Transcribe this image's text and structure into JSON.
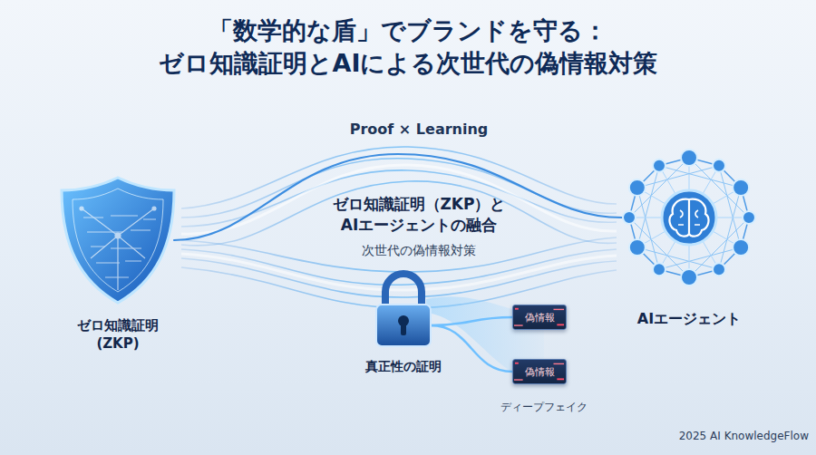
{
  "diagram": {
    "title": "「数学的な盾」でブランドを守る： ゼロ知識証明とAIによる次世代の偽情報対策",
    "nodes": [
      {
        "text": [
          "ゼロ知識証明 (ZKP)"
        ]
      },
      {
        "text": [
          "真正性の証明"
        ]
      },
      {
        "text": [
          "偽情報"
        ]
      },
      {
        "text": [
          "偽情報"
        ]
      },
      {
        "text": [
          "AIエージェント"
        ]
      }
    ],
    "edges": [
      {
        "from": 0,
        "to": 4,
        "arrow": "none"
      },
      {
        "from": 1,
        "to": 2,
        "arrow": "none"
      },
      {
        "from": 1,
        "to": 3,
        "arrow": "none"
      }
    ],
    "labels": [
      "Proof × Learning",
      "ゼロ知識証明（ZKP）と AIエージェントの融合",
      "次世代の偽情報対策",
      "ディープフェイク",
      "2025 AI KnowledgeFlow"
    ]
  }
}
